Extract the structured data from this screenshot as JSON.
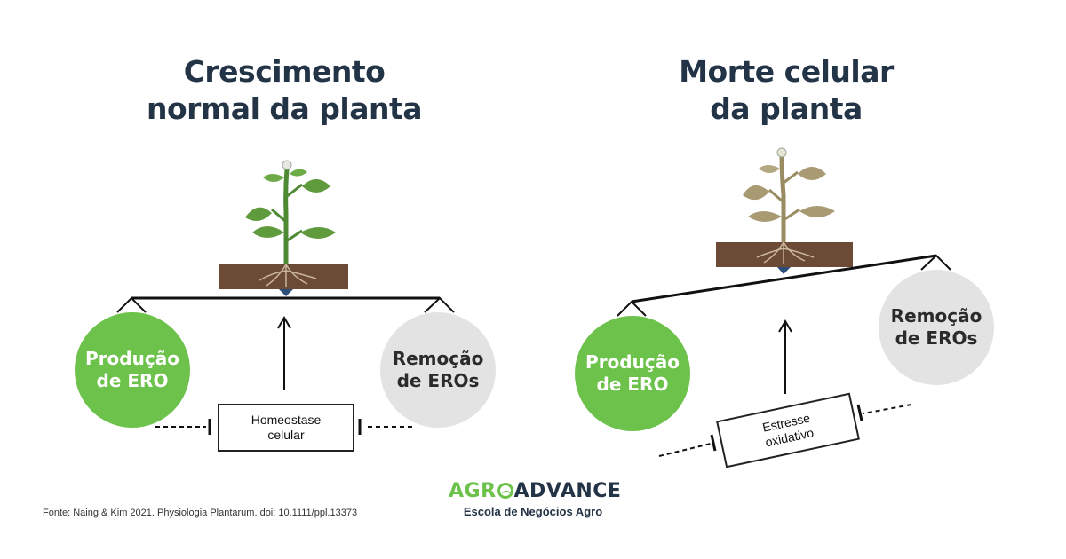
{
  "left_panel": {
    "title_line1": "Crescimento",
    "title_line2": "normal da planta",
    "circle_left_line1": "Produção",
    "circle_left_line2": "de ERO",
    "circle_right_line1": "Remoção",
    "circle_right_line2": "de EROs",
    "box_line1": "Homeostase",
    "box_line2": "celular"
  },
  "right_panel": {
    "title_line1": "Morte celular",
    "title_line2": "da planta",
    "circle_left_line1": "Produção",
    "circle_left_line2": "de ERO",
    "circle_right_line1": "Remoção",
    "circle_right_line2": "de EROs",
    "box_line1": "Estresse",
    "box_line2": "oxidativo"
  },
  "footer": {
    "source": "Fonte: Naing & Kim 2021. Physiologia Plantarum. doi: 10.1111/ppl.13373",
    "logo_part1": "AGR",
    "logo_part2": "ADVANCE",
    "logo_subtitle": "Escola de Negócios Agro"
  },
  "colors": {
    "title": "#243447",
    "green_circle": "#6cc24a",
    "gray_circle": "#e3e3e3",
    "soil": "#6b4a36",
    "healthy_leaf": "#5f9a3c",
    "wilted_leaf": "#a89a72"
  },
  "icons": [
    "plant-healthy-icon",
    "plant-wilted-icon",
    "up-arrow-icon",
    "inhibition-arrow-icon"
  ]
}
